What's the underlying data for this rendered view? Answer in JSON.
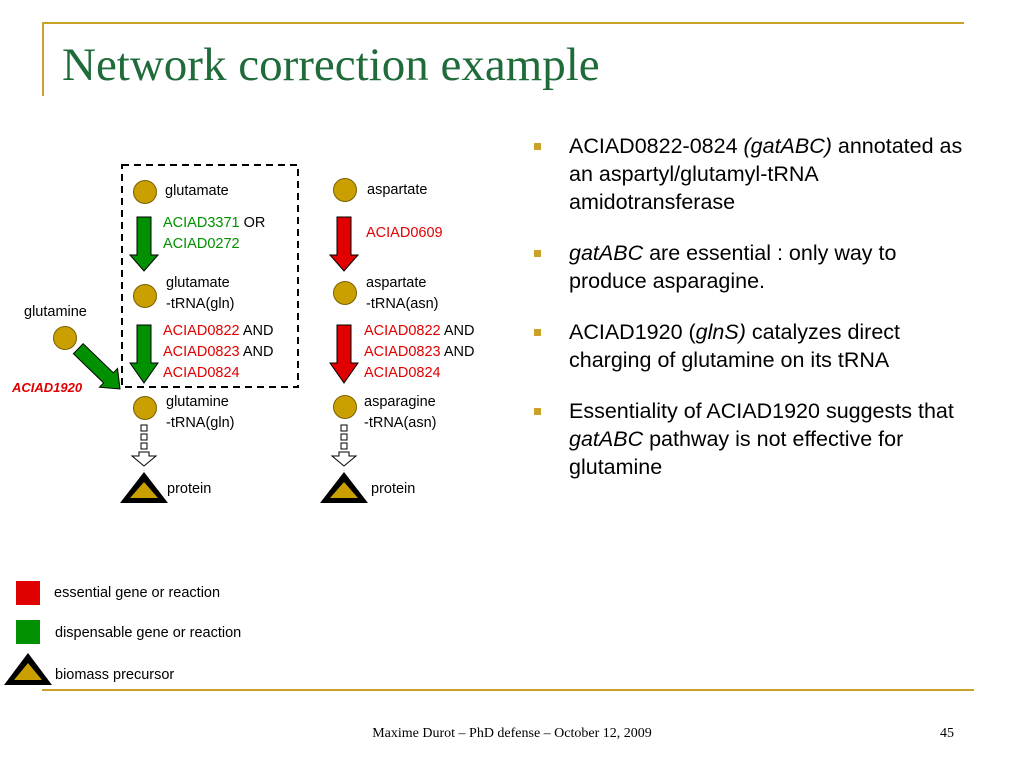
{
  "title": "Network correction example",
  "diagram": {
    "left": {
      "node1": "glutamate",
      "genes1_a": "ACIAD3371",
      "genes1_or": "OR",
      "genes1_b": "ACIAD0272",
      "node2_l1": "glutamate",
      "node2_l2": "-tRNA(gln)",
      "genes2_a": "ACIAD0822",
      "genes2_b": "ACIAD0823",
      "genes2_c": "ACIAD0824",
      "and": "AND",
      "node3_l1": "glutamine",
      "node3_l2": "-tRNA(gln)",
      "product": "protein"
    },
    "right": {
      "node1": "aspartate",
      "gene1": "ACIAD0609",
      "node2_l1": "aspartate",
      "node2_l2": "-tRNA(asn)",
      "genes2_a": "ACIAD0822",
      "genes2_b": "ACIAD0823",
      "genes2_c": "ACIAD0824",
      "and": "AND",
      "node3_l1": "asparagine",
      "node3_l2": "-tRNA(asn)",
      "product": "protein"
    },
    "glutamine": "glutamine",
    "aciad1920": "ACIAD1920"
  },
  "legend": {
    "essential": "essential gene or reaction",
    "dispensable": "dispensable gene or reaction",
    "biomass": "biomass precursor"
  },
  "bullets": [
    {
      "pre": "ACIAD0822-0824 ",
      "em": "(gatABC)",
      "post": " annotated as an aspartyl/glutamyl-tRNA amidotransferase"
    },
    {
      "pre": "",
      "em": "gatABC",
      "post": " are essential : only way to produce asparagine."
    },
    {
      "pre": "ACIAD1920 (",
      "em": "glnS)",
      "post": " catalyzes direct charging of glutamine on its tRNA"
    },
    {
      "pre": "Essentiality of ACIAD1920 suggests that ",
      "em": "gatABC",
      "post": " pathway is not effective for glutamine"
    }
  ],
  "footer": "Maxime Durot – PhD defense – October 12, 2009",
  "page_number": "45",
  "colors": {
    "accent": "#c9a227",
    "title": "#1f6b3a",
    "essential": "#e00000",
    "dispensable": "#009000",
    "node": "#c9a000"
  }
}
